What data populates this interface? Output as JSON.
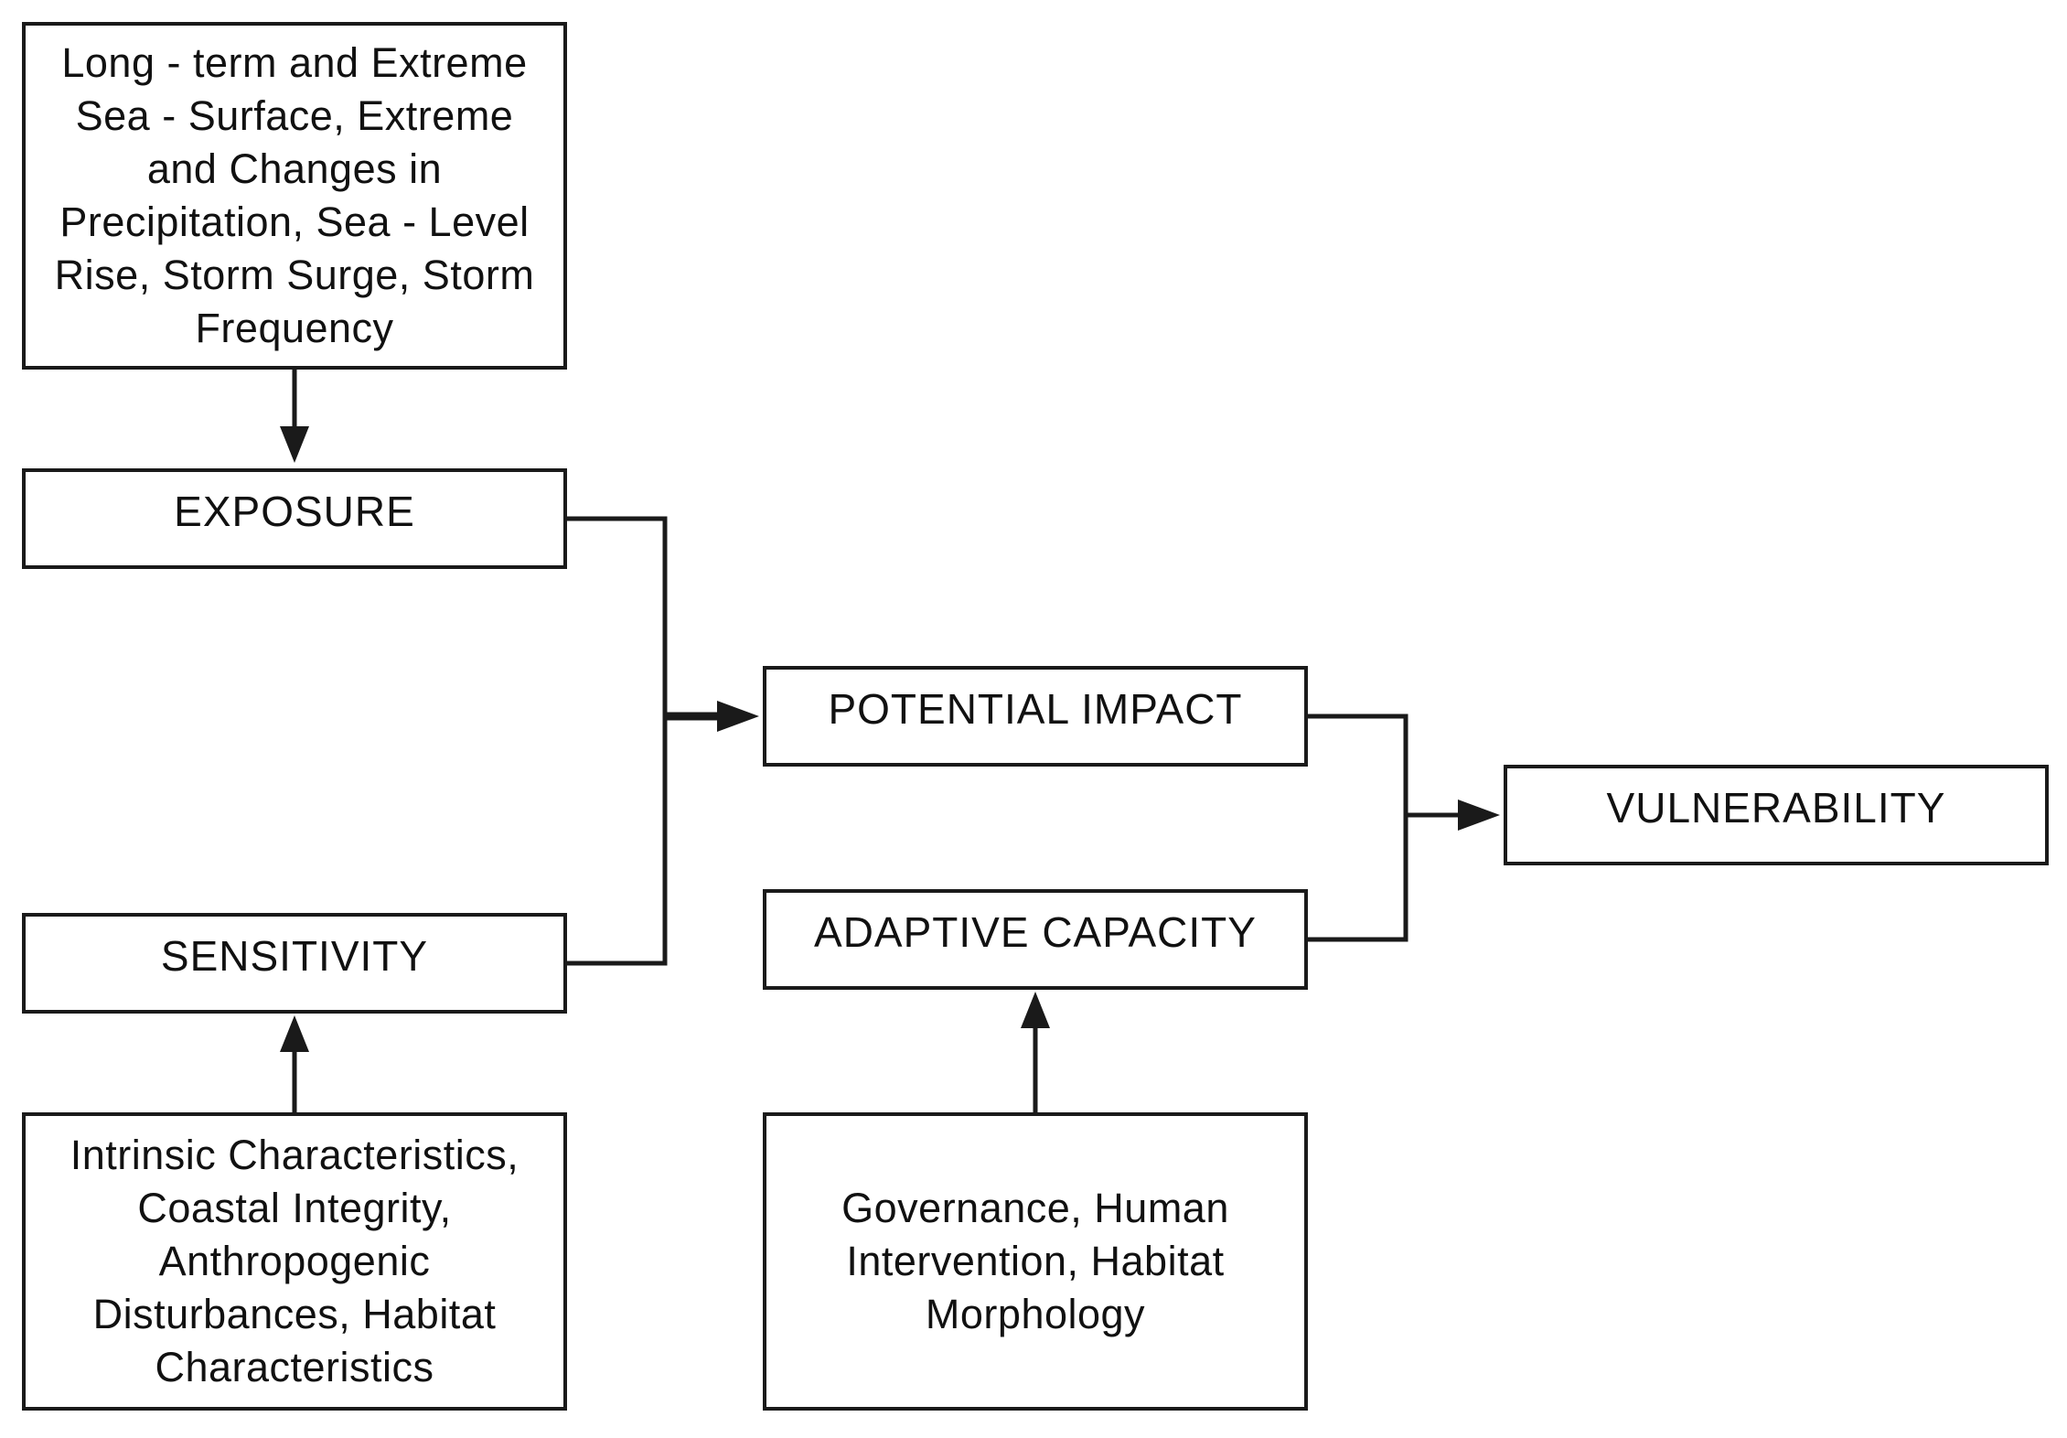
{
  "nodes": {
    "drivers": "Long - term and Extreme Sea - Surface, Extreme and Changes in Precipitation, Sea - Level Rise, Storm Surge, Storm Frequency",
    "exposure": "EXPOSURE",
    "sensitivity": "SENSITIVITY",
    "intrinsic": "Intrinsic Characteristics, Coastal Integrity, Anthropogenic Disturbances, Habitat Characteristics",
    "potential_impact": "POTENTIAL IMPACT",
    "adaptive_capacity": "ADAPTIVE CAPACITY",
    "governance": "Governance, Human Intervention, Habitat Morphology",
    "vulnerability": "VULNERABILITY"
  },
  "edges": [
    {
      "from": "drivers",
      "to": "exposure"
    },
    {
      "from": "exposure",
      "to": "potential_impact"
    },
    {
      "from": "sensitivity",
      "to": "potential_impact"
    },
    {
      "from": "intrinsic",
      "to": "sensitivity"
    },
    {
      "from": "potential_impact",
      "to": "vulnerability"
    },
    {
      "from": "adaptive_capacity",
      "to": "vulnerability"
    },
    {
      "from": "governance",
      "to": "adaptive_capacity"
    }
  ],
  "colors": {
    "line": "#1a1a1a",
    "background": "#ffffff"
  }
}
